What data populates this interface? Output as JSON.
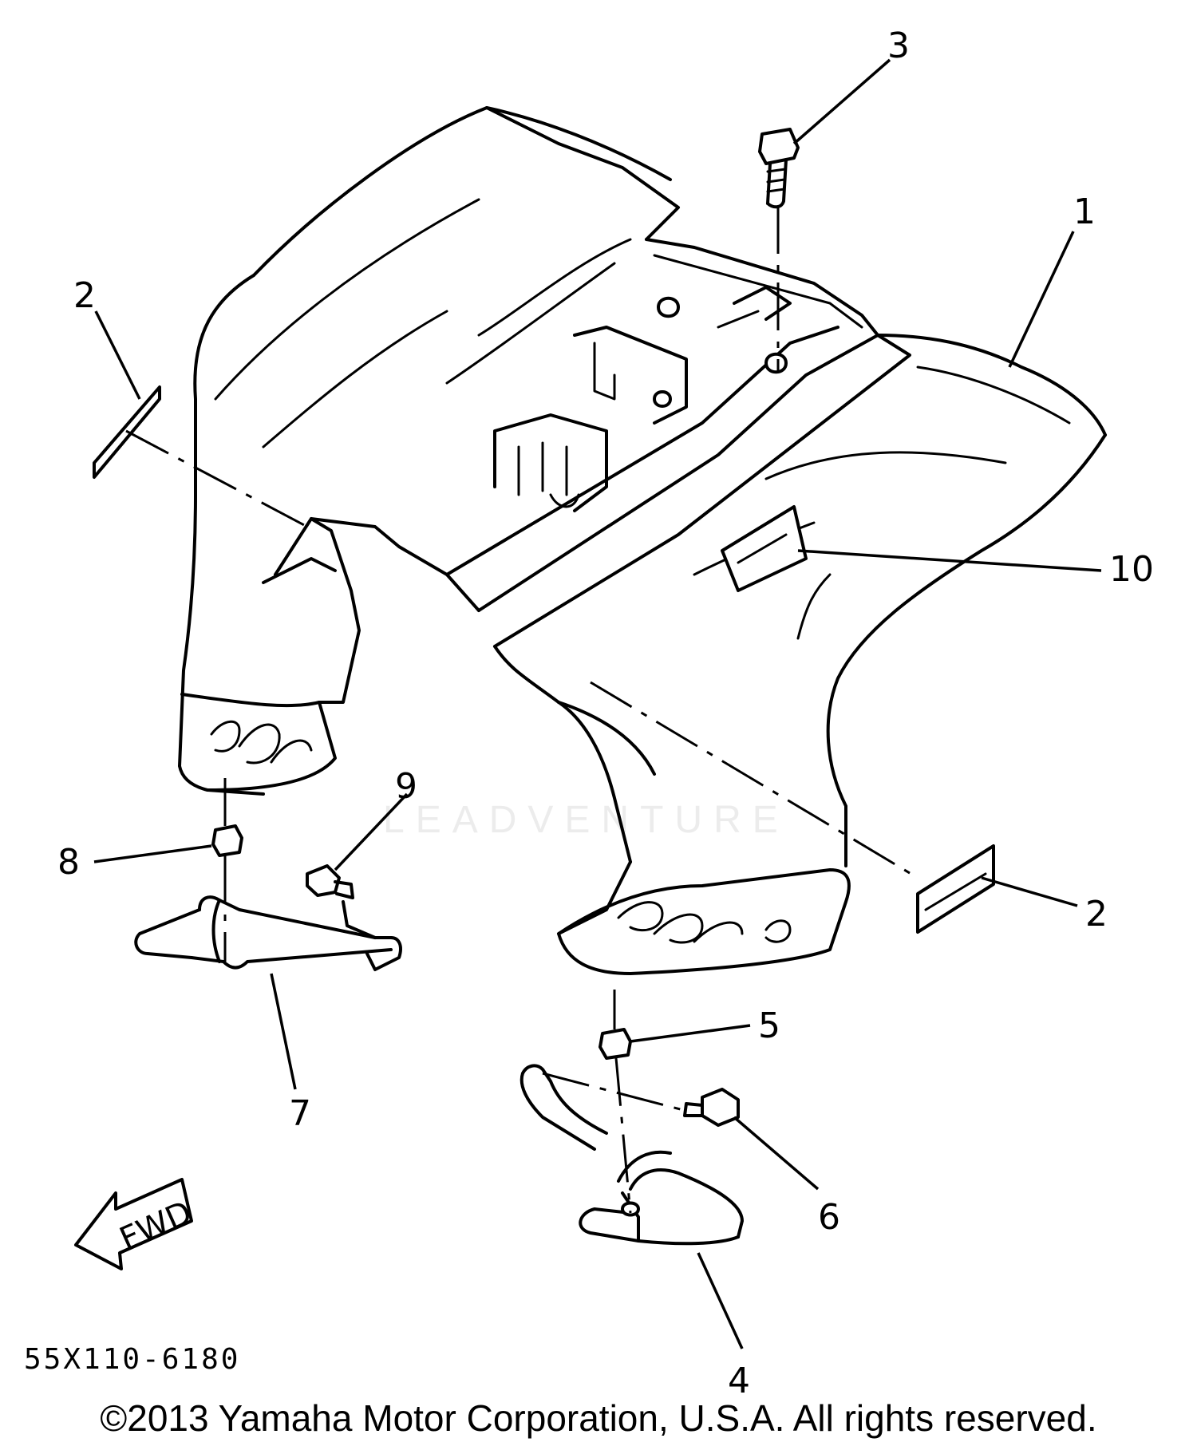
{
  "callouts": [
    {
      "id": "1",
      "label": "1"
    },
    {
      "id": "2a",
      "label": "2"
    },
    {
      "id": "2b",
      "label": "2"
    },
    {
      "id": "3",
      "label": "3"
    },
    {
      "id": "4",
      "label": "4"
    },
    {
      "id": "5",
      "label": "5"
    },
    {
      "id": "6",
      "label": "6"
    },
    {
      "id": "7",
      "label": "7"
    },
    {
      "id": "8",
      "label": "8"
    },
    {
      "id": "9",
      "label": "9"
    },
    {
      "id": "10",
      "label": "10"
    }
  ],
  "fwd_label": "FWD",
  "diagram_code": "55X110-6180",
  "watermark": "LEADVENTURE",
  "copyright": "©2013 Yamaha Motor Corporation, U.S.A. All rights reserved."
}
